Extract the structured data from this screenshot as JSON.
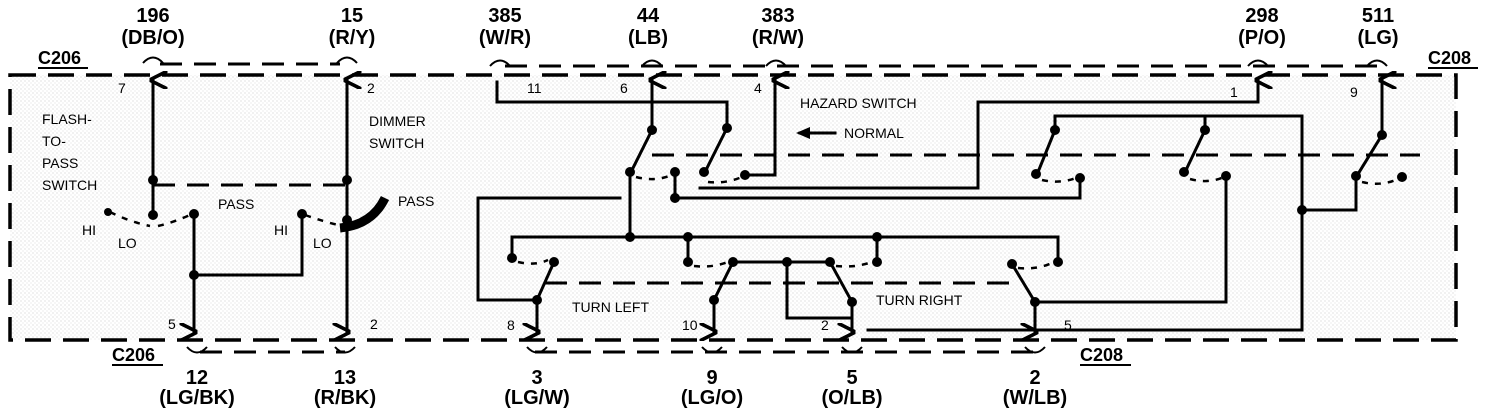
{
  "connectors": {
    "top_left": "C206",
    "top_right": "C208",
    "bottom_left": "C206",
    "bottom_right": "C208"
  },
  "top_wires": [
    {
      "circuit": "196",
      "color": "(DB/O)",
      "pin": "7"
    },
    {
      "circuit": "15",
      "color": "(R/Y)",
      "pin": "2"
    },
    {
      "circuit": "385",
      "color": "(W/R)",
      "pin": "11"
    },
    {
      "circuit": "44",
      "color": "(LB)",
      "pin": "6"
    },
    {
      "circuit": "383",
      "color": "(R/W)",
      "pin": "4"
    },
    {
      "circuit": "298",
      "color": "(P/O)",
      "pin": "1"
    },
    {
      "circuit": "511",
      "color": "(LG)",
      "pin": "9"
    }
  ],
  "bottom_wires": [
    {
      "circuit": "12",
      "color": "(LG/BK)",
      "pin": "5"
    },
    {
      "circuit": "13",
      "color": "(R/BK)",
      "pin": "2"
    },
    {
      "circuit": "3",
      "color": "(LG/W)",
      "pin": "8"
    },
    {
      "circuit": "9",
      "color": "(LG/O)",
      "pin": "10"
    },
    {
      "circuit": "5",
      "color": "(O/LB)",
      "pin": "2"
    },
    {
      "circuit": "2",
      "color": "(W/LB)",
      "pin": "5"
    }
  ],
  "labels": {
    "flash_to_pass": [
      "FLASH-",
      "TO-",
      "PASS",
      "SWITCH"
    ],
    "dimmer_switch": [
      "DIMMER",
      "SWITCH"
    ],
    "pass_1": "PASS",
    "pass_2": "PASS",
    "hi_1": "HI",
    "lo_1": "LO",
    "hi_2": "HI",
    "lo_2": "LO",
    "hazard_switch": "HAZARD SWITCH",
    "normal": "NORMAL",
    "turn_left": "TURN LEFT",
    "turn_right": "TURN RIGHT"
  }
}
